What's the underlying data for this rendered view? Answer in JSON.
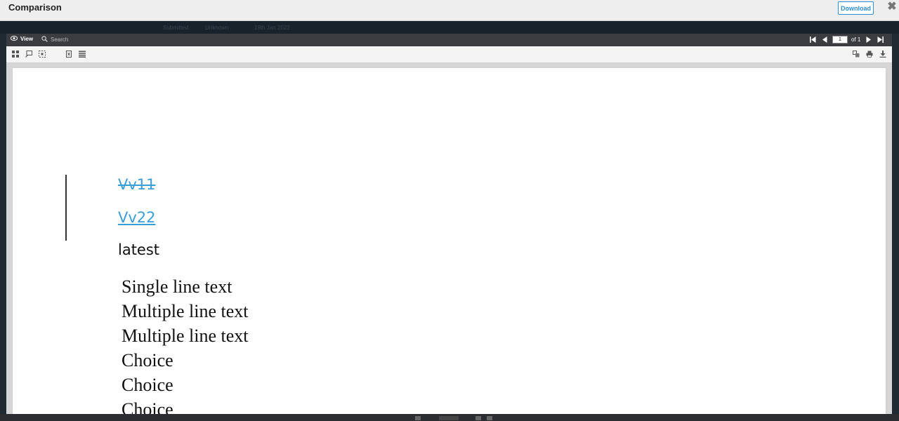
{
  "modal": {
    "title": "Comparison",
    "download_label": "Download",
    "close_glyph": "✖"
  },
  "background": {
    "items": [
      "Submitted",
      "Unknown",
      "19th Jan 2022"
    ]
  },
  "viewer": {
    "view_label": "View",
    "search_placeholder": "Search",
    "page_current": "1",
    "page_of": "of 1",
    "left_tools": [
      "thumbnails-icon",
      "annotate-icon",
      "select-area-icon",
      "night-mode-icon",
      "fit-page-icon",
      "outline-icon"
    ],
    "right_tools": [
      "compare-icon",
      "print-icon",
      "save-icon"
    ]
  },
  "document": {
    "deleted_text": "Vv11",
    "inserted_text": "Vv22",
    "latest_text": "latest",
    "lines": [
      "Single line text",
      "Multiple line text",
      "Multiple line text",
      "Choice",
      "Choice",
      "Choice"
    ]
  },
  "colors": {
    "accent": "#2d8fd5",
    "revision": "#3a9ed8",
    "toolbar_dark": "#3a3c40"
  }
}
